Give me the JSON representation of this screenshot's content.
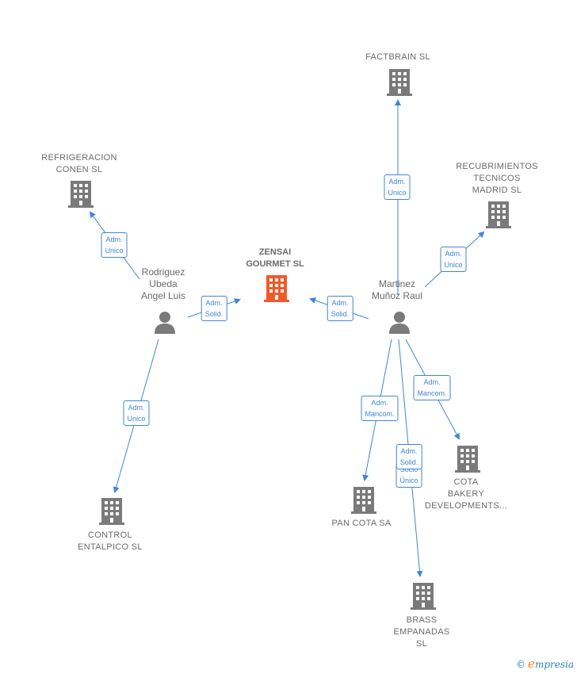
{
  "colors": {
    "edge": "#3f86d6",
    "node": "#7a7a7a",
    "focus": "#f05a2a"
  },
  "focus_company": {
    "name": "ZENSAI GOURMET SL",
    "lines": [
      "ZENSAI",
      "GOURMET  SL"
    ]
  },
  "persons": [
    {
      "id": "rodriguez",
      "lines": [
        "Rodriguez",
        "Ubeda",
        "Angel Luis"
      ]
    },
    {
      "id": "martinez",
      "lines": [
        "Martinez",
        "Muñoz Raul"
      ]
    }
  ],
  "companies": [
    {
      "id": "factbrain",
      "lines": [
        "FACTBRAIN  SL"
      ]
    },
    {
      "id": "refrigeracion",
      "lines": [
        "REFRIGERACION",
        "CONEN  SL"
      ]
    },
    {
      "id": "recubrimientos",
      "lines": [
        "RECUBRIMIENTOS",
        "TECNICOS",
        "MADRID  SL"
      ]
    },
    {
      "id": "control",
      "lines": [
        "CONTROL",
        "ENTALPICO SL"
      ]
    },
    {
      "id": "pancota",
      "lines": [
        "PAN COTA SA"
      ]
    },
    {
      "id": "cotabakery",
      "lines": [
        "COTA",
        "BAKERY",
        "DEVELOPMENTS..."
      ]
    },
    {
      "id": "brass",
      "lines": [
        "BRASS",
        "EMPANADAS",
        "SL"
      ]
    }
  ],
  "relations": [
    {
      "id": "r1",
      "lines": [
        "Adm.",
        "Unico"
      ]
    },
    {
      "id": "r2",
      "lines": [
        "Adm.",
        "Solid."
      ]
    },
    {
      "id": "r3",
      "lines": [
        "Adm.",
        "Unico"
      ]
    },
    {
      "id": "r4",
      "lines": [
        "Adm.",
        "Unico"
      ]
    },
    {
      "id": "r5",
      "lines": [
        "Adm.",
        "Solid."
      ]
    },
    {
      "id": "r6",
      "lines": [
        "Adm.",
        "Unico"
      ]
    },
    {
      "id": "r7",
      "lines": [
        "Adm.",
        "Mancom."
      ]
    },
    {
      "id": "r8",
      "lines": [
        "Adm.",
        "Mancom."
      ]
    },
    {
      "id": "r9",
      "lines": [
        "Socio",
        "Único"
      ]
    },
    {
      "id": "r10",
      "lines": [
        "Adm.",
        "Solid."
      ]
    }
  ],
  "brand": {
    "copyright": "©",
    "name_first": "e",
    "name_rest": "mpresia"
  }
}
